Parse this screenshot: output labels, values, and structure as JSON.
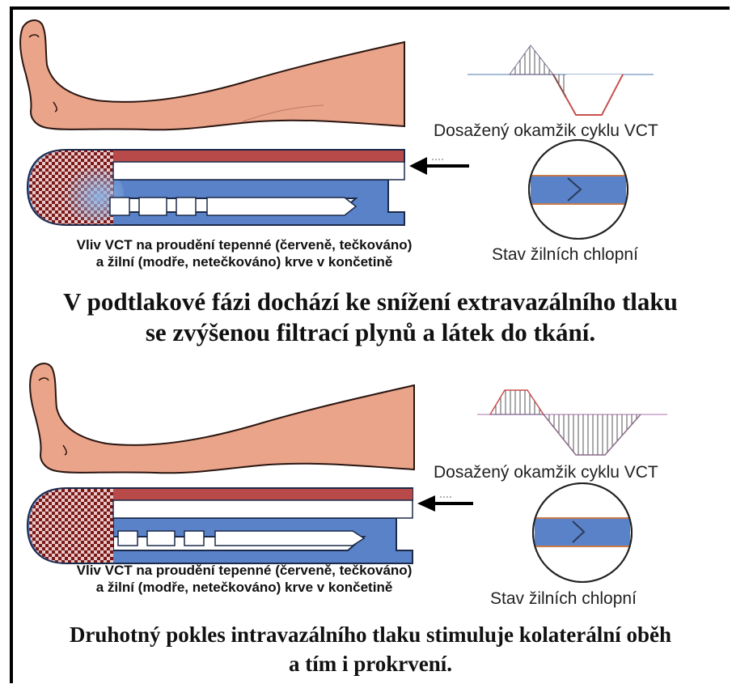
{
  "colors": {
    "skin": "#e9a48a",
    "skin_outline": "#2a1510",
    "artery": "#b84a4a",
    "vein": "#5a82c8",
    "vein_light": "#8eb3e3",
    "dots": "#7a1818"
  },
  "panels": [
    {
      "graph_caption": "Dosažený okamžik cyklu VCT",
      "valve_caption": "Stav žilních chlopní",
      "flow_caption_line1": "Vliv VCT na proudění tepenné (červeně, tečkováno)",
      "flow_caption_line2": "a žilní (modře, netečkováno) krve v končetině",
      "headline_line1": "V podtlakové fázi dochází ke snížení  extravazálního tlaku",
      "headline_line2": "se zvýšenou filtrací plynů a látek do tkání."
    },
    {
      "graph_caption": "Dosažený okamžik cyklu VCT",
      "valve_caption": "Stav žilních chlopní",
      "flow_caption_line1": "Vliv VCT na proudění tepenné (červeně, tečkováno)",
      "flow_caption_line2": "a žilní (modře, netečkováno) krve v končetině",
      "headline_line1": "Druhotný pokles intravazálního tlaku stimuluje kolaterální oběh",
      "headline_line2": "a tím i prokrvení."
    }
  ]
}
